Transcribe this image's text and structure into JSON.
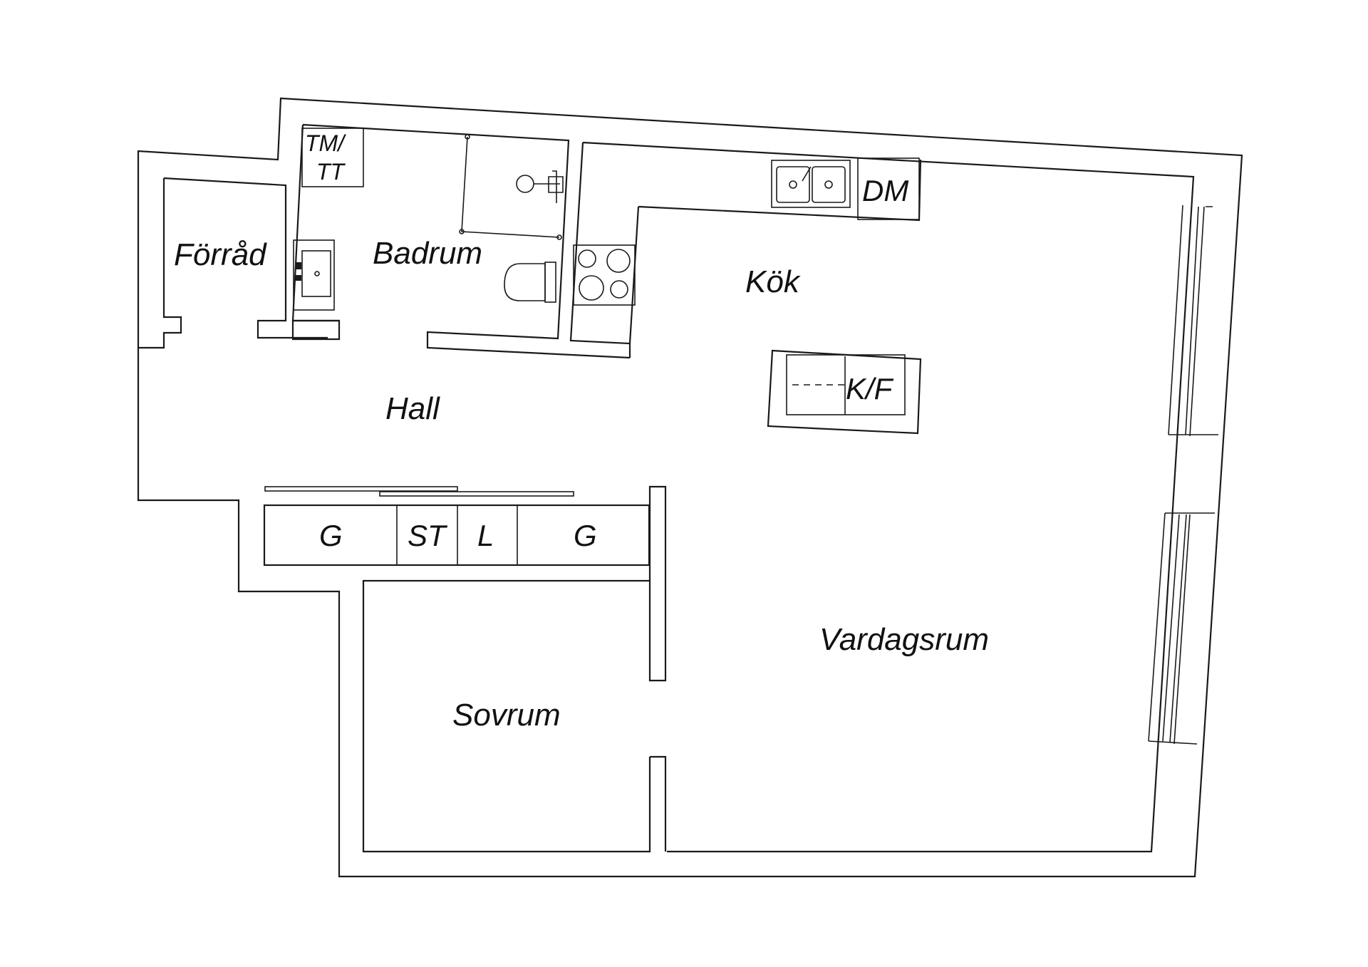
{
  "rooms": {
    "forrad": "Förråd",
    "badrum": "Badrum",
    "kok": "Kök",
    "hall": "Hall",
    "vardagsrum": "Vardagsrum",
    "sovrum": "Sovrum"
  },
  "fixtures": {
    "tm_line1": "TM/",
    "tm_line2": "TT",
    "dm": "DM",
    "kf": "K/F",
    "wardrobe_1": "G",
    "wardrobe_2": "ST",
    "wardrobe_3": "L",
    "wardrobe_4": "G"
  },
  "colors": {
    "line": "#1a1a1a",
    "stove": "#3a3a3a",
    "background": "#ffffff"
  }
}
